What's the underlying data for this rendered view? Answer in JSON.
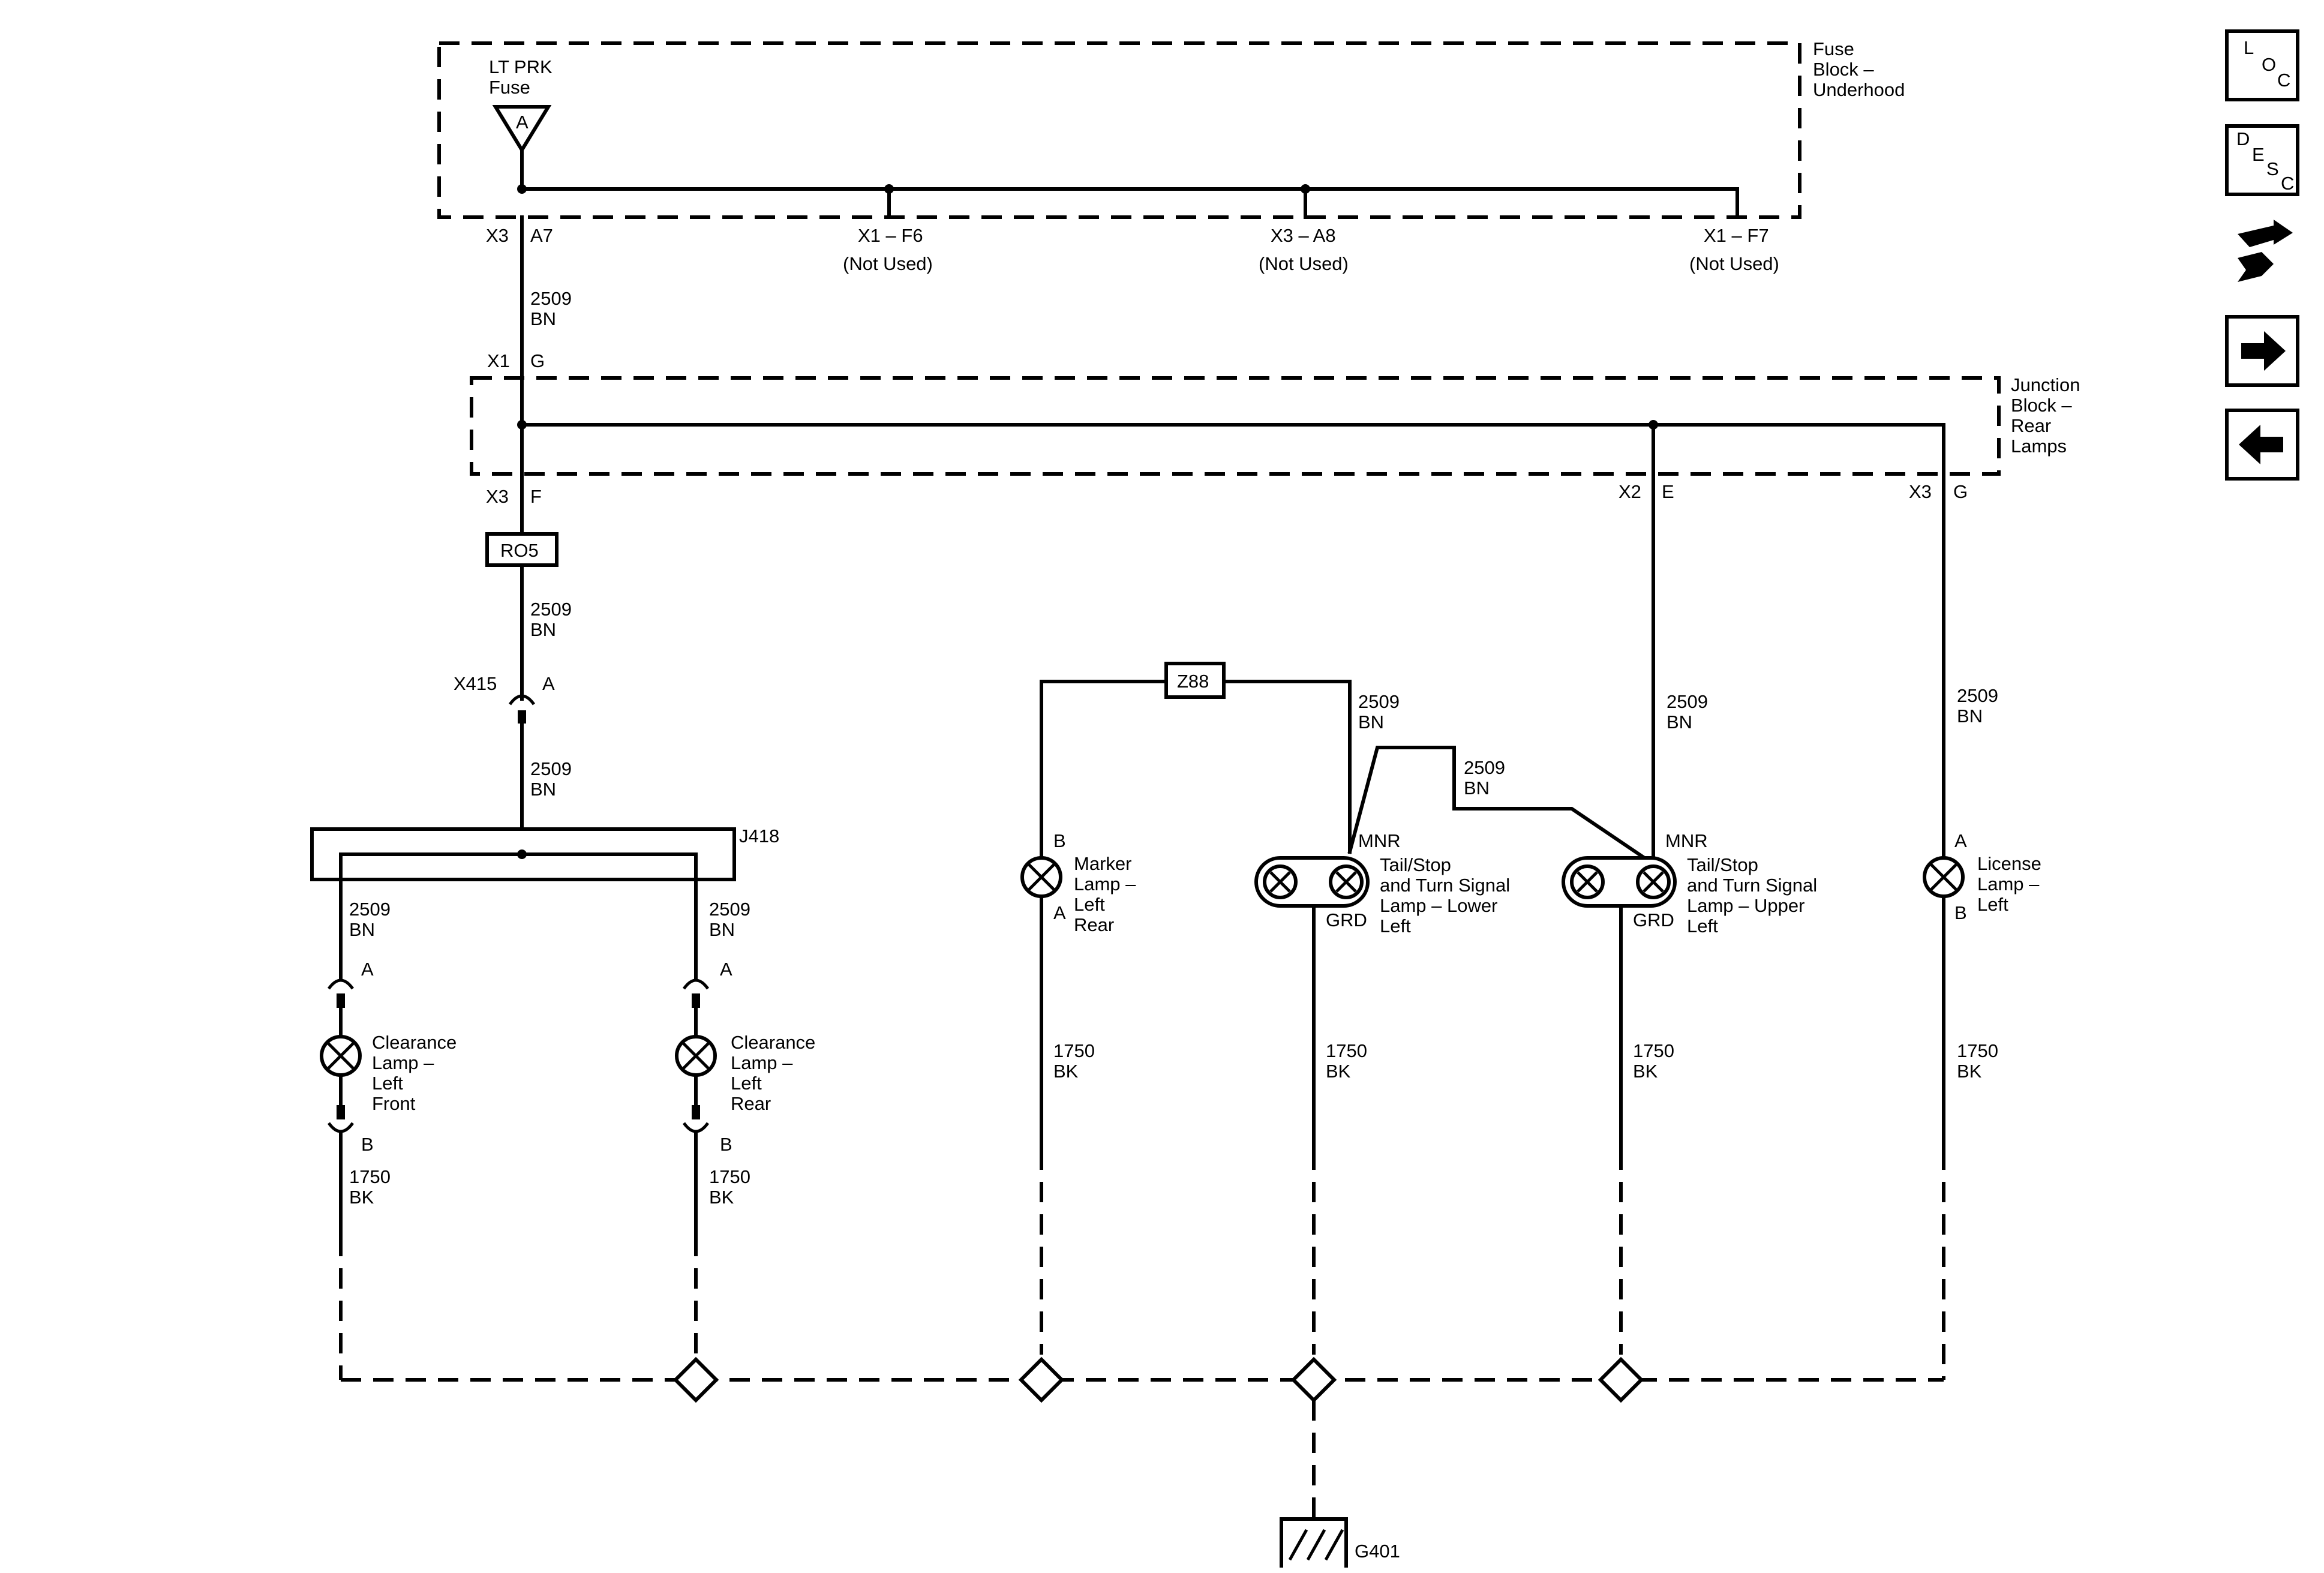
{
  "fuse_block": {
    "title_lines": [
      "Fuse",
      "Block –",
      "Underhood"
    ],
    "fuse_name_lines": [
      "LT PRK",
      "Fuse"
    ],
    "fuse_pin": "A",
    "x3": "X3",
    "a7": "A7",
    "tap1": "X1 – F6",
    "tap2": "X3 – A8",
    "tap3": "X1 – F7",
    "not_used": "(Not Used)"
  },
  "junction_block": {
    "title_lines": [
      "Junction",
      "Block –",
      "Rear",
      "Lamps"
    ],
    "x1": "X1",
    "g_in": "G",
    "x3": "X3",
    "f": "F",
    "x2": "X2",
    "e": "E",
    "x3b": "X3",
    "g_out": "G"
  },
  "wires": {
    "bn_circuit": "2509",
    "bn_color": "BN",
    "bk_circuit": "1750",
    "bk_color": "BK"
  },
  "components": {
    "r05": "RO5",
    "x415": "X415",
    "x415_pin": "A",
    "j418": "J418",
    "z88": "Z88",
    "pin_a": "A",
    "pin_b": "B",
    "mnr": "MNR",
    "grd": "GRD",
    "clearance_front": [
      "Clearance",
      "Lamp –",
      "Left",
      "Front"
    ],
    "clearance_rear": [
      "Clearance",
      "Lamp –",
      "Left",
      "Rear"
    ],
    "marker_rear": [
      "Marker",
      "Lamp –",
      "Left",
      "Rear"
    ],
    "tail_lower": [
      "Tail/Stop",
      "and Turn Signal",
      "Lamp – Lower",
      "Left"
    ],
    "tail_upper": [
      "Tail/Stop",
      "and Turn Signal",
      "Lamp – Upper",
      "Left"
    ],
    "license": [
      "License",
      "Lamp –",
      "Left"
    ],
    "ground": "G401"
  },
  "nav": {
    "loc": [
      "L",
      "O",
      "C"
    ],
    "desc": [
      "D",
      "E",
      "S",
      "C"
    ],
    "icons": [
      "connector-icon",
      "next-arrow-icon",
      "previous-arrow-icon"
    ]
  }
}
